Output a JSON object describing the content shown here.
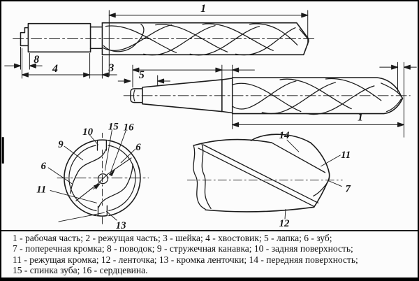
{
  "figure": {
    "ink_color": "#1b1b1b",
    "paper_color": "#fcfcfc",
    "labels": {
      "drill1": {
        "working_part": "1",
        "driver": "8",
        "shank": "4",
        "neck": "3"
      },
      "drill2": {
        "tang": "5",
        "working_part": "1"
      },
      "section": {
        "flute": "9",
        "rear_surface": "10",
        "tooth_back": "15",
        "core": "16",
        "tooth_a": "6",
        "tooth_b": "6",
        "cutting_edge": "11",
        "margin_edge": "13"
      },
      "tip": {
        "front_surface": "14",
        "cutting_edge": "11",
        "chisel_edge": "7",
        "margin": "12"
      }
    },
    "legend": {
      "lines": [
        "1 - рабочая часть; 2 - режущая часть; 3 - шейка; 4 - хвостовик; 5 - лапка; 6 - зуб;",
        "7 - поперечная кромка; 8 - поводок; 9 - стружечная канавка; 10 - задняя поверхность;",
        "11 - режущая кромка; 12 - ленточка; 13 - кромка ленточки; 14 - передняя поверхность;",
        "15 - спинка зуба; 16 - сердцевина."
      ]
    }
  }
}
